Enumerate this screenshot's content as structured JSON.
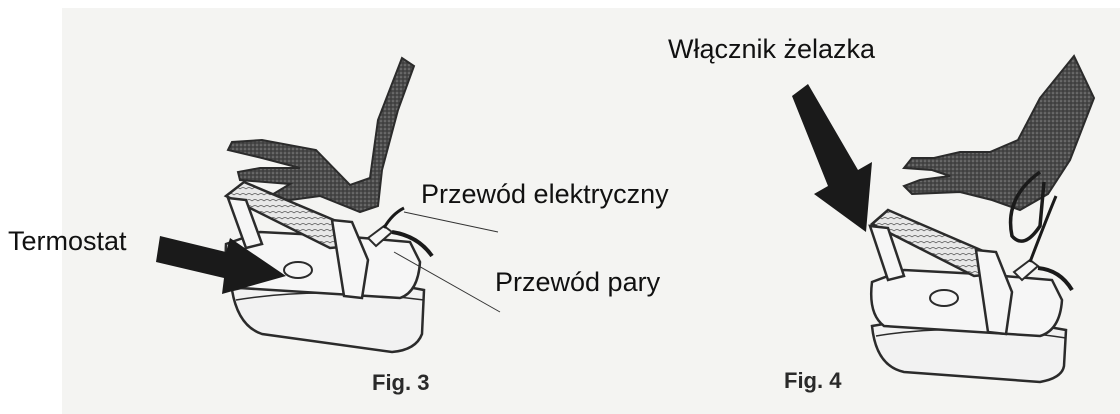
{
  "figures": [
    {
      "caption": "Fig. 3",
      "labels": {
        "electric_cord": "Przewód elektryczny",
        "thermostat": "Termostat",
        "steam_hose": "Przewód pary"
      }
    },
    {
      "caption": "Fig. 4",
      "labels": {
        "iron_switch": "Włącznik żelazka"
      }
    }
  ],
  "colors": {
    "paper": "#f4f4f2",
    "ink": "#1a1a1a",
    "hand_fill": "#3a3a3a",
    "outline": "#2b2b2b"
  }
}
